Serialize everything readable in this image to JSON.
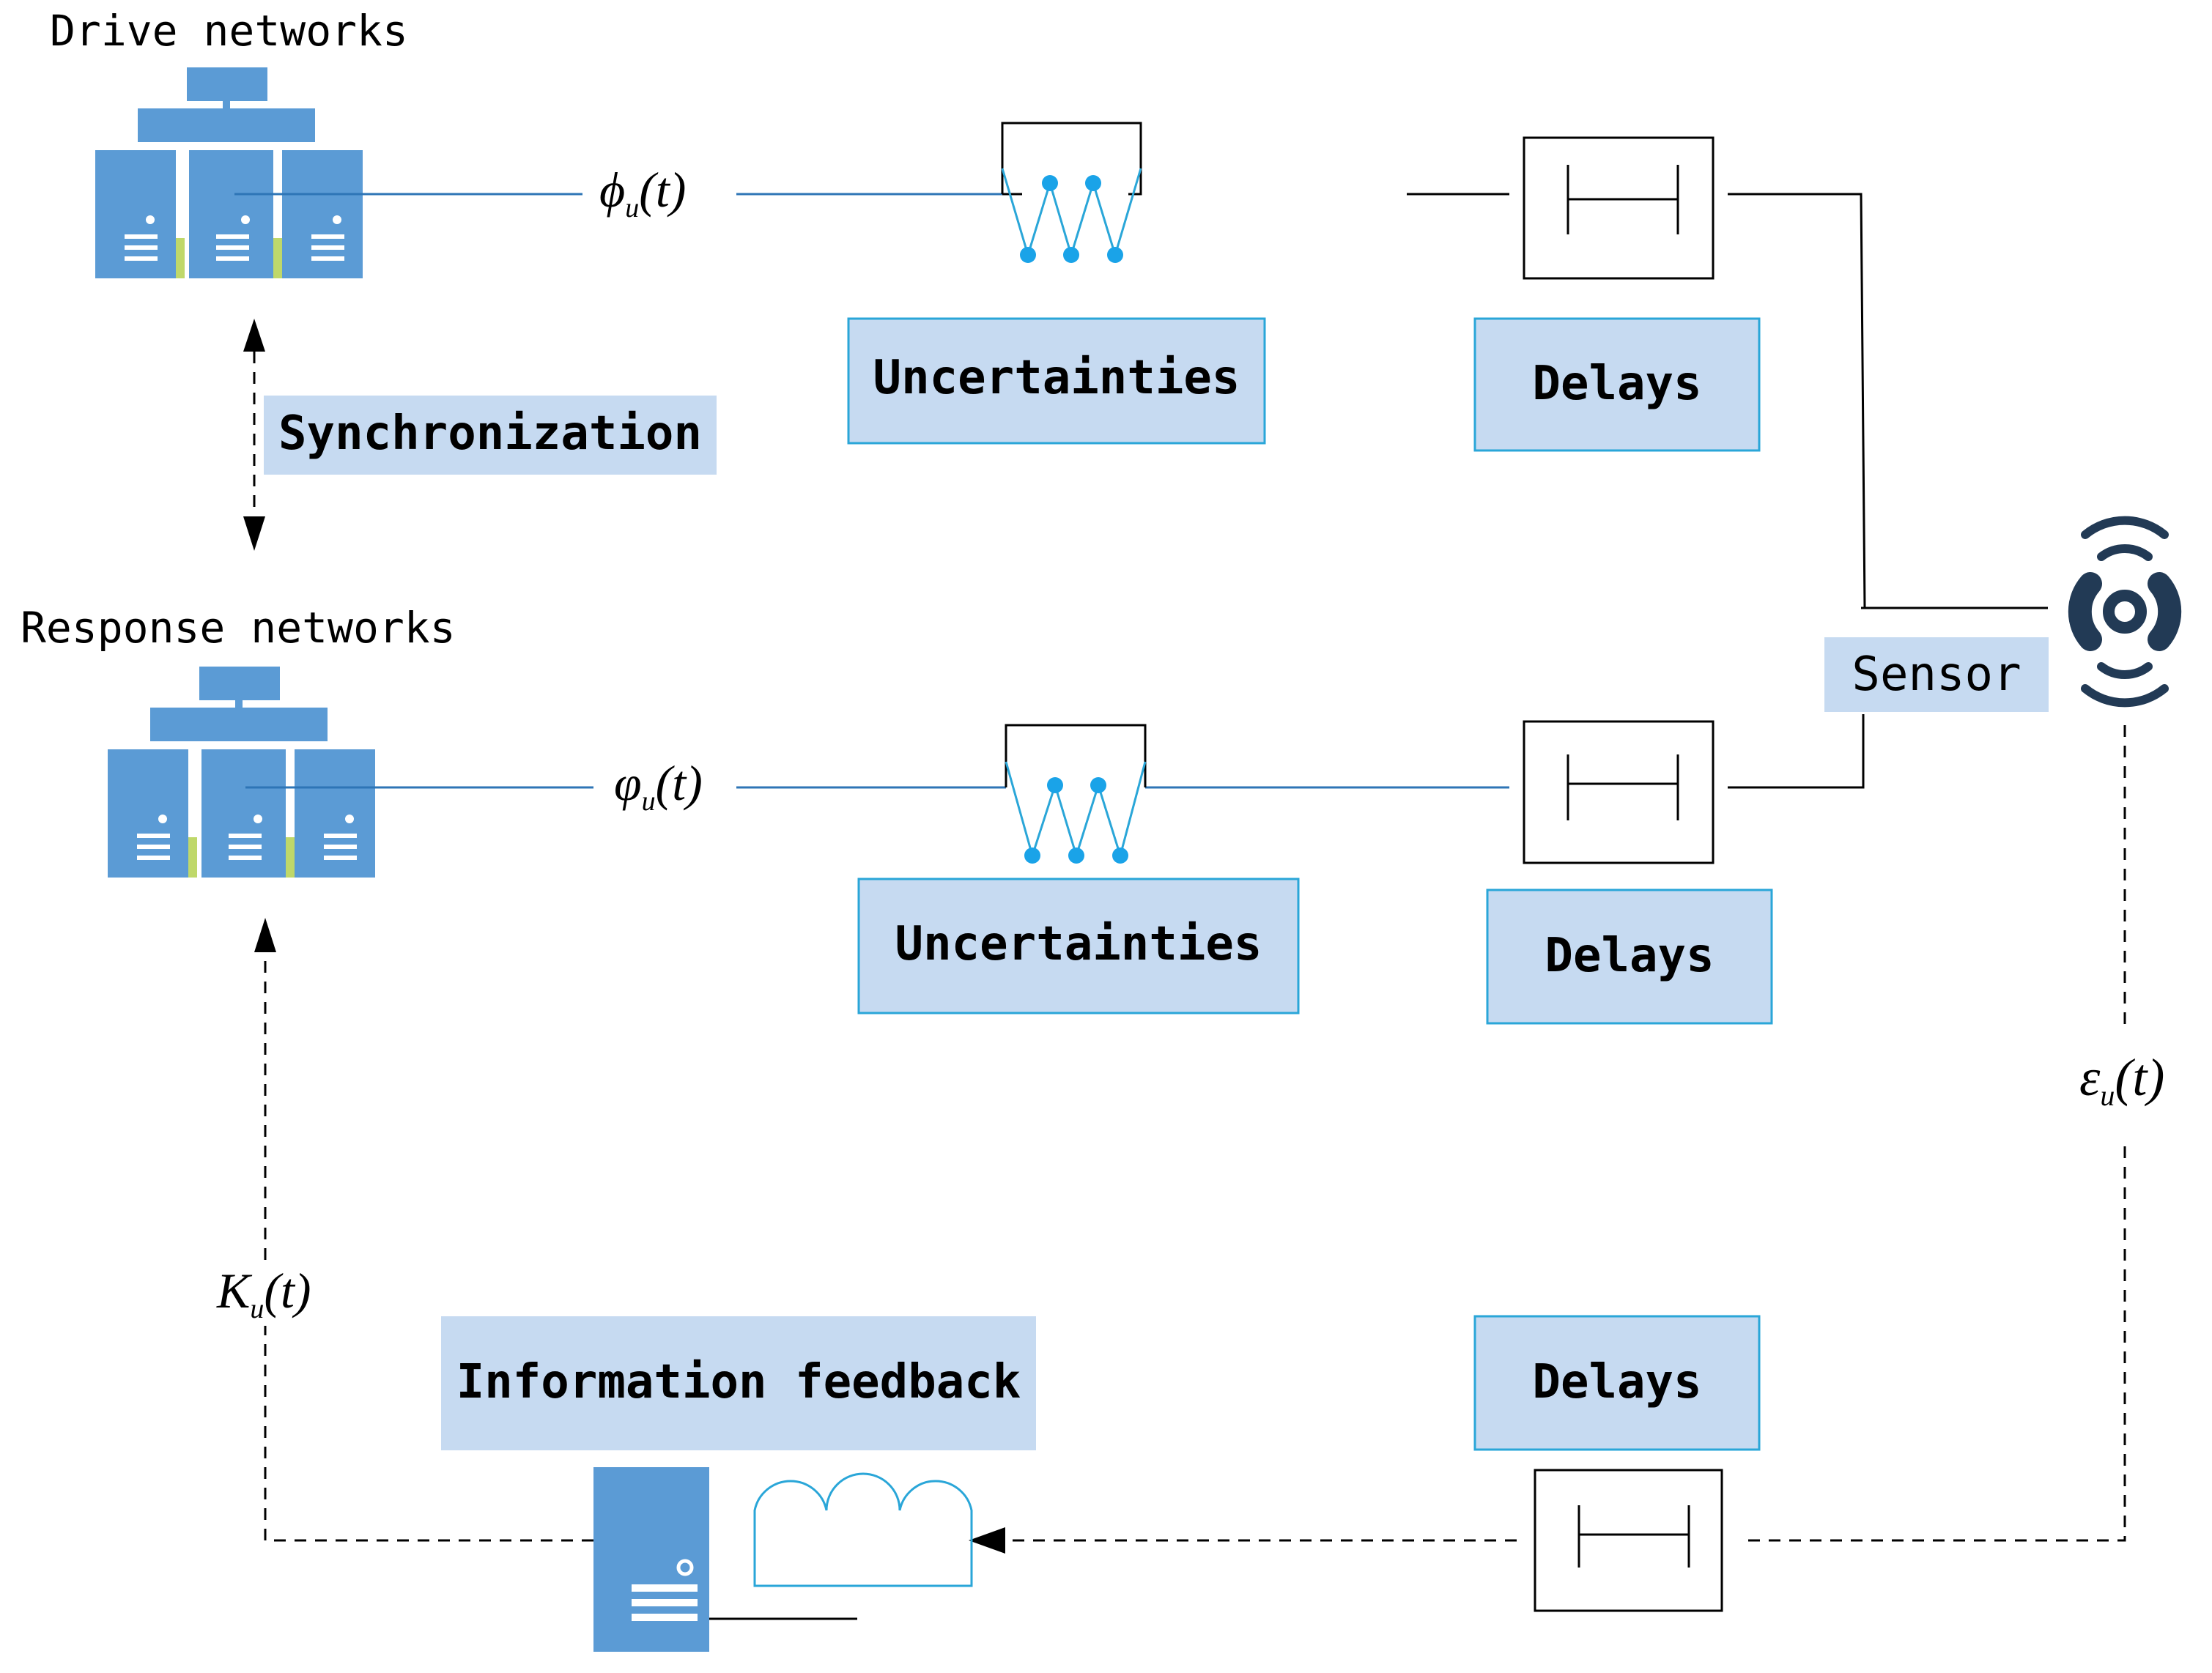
{
  "labels": {
    "drive_title": "Drive networks",
    "response_title": "Response networks",
    "synchronization": "Synchronization",
    "uncertainties_top": "Uncertainties",
    "uncertainties_mid": "Uncertainties",
    "delays_top": "Delays",
    "delays_mid": "Delays",
    "delays_bottom": "Delays",
    "sensor": "Sensor",
    "information_feedback": "Information feedback"
  },
  "signals": {
    "phi": {
      "symbol": "ϕ",
      "sub": "u",
      "arg": "(t)"
    },
    "varphi": {
      "symbol": "φ",
      "sub": "u",
      "arg": "(t)"
    },
    "epsilon": {
      "symbol": "ε",
      "sub": "u",
      "arg": "(t)"
    },
    "k": {
      "symbol": "K",
      "sub": "u",
      "arg": "(t)"
    }
  },
  "colors": {
    "label_box_fill": "#c6daf1",
    "label_box_border": "#2aa6d8",
    "server_blue": "#5b9bd5",
    "server_accent": "#bfd86a",
    "line_blue": "#2e75b6",
    "dot_blue": "#1aa3e8",
    "sensor_dark": "#223a55"
  }
}
